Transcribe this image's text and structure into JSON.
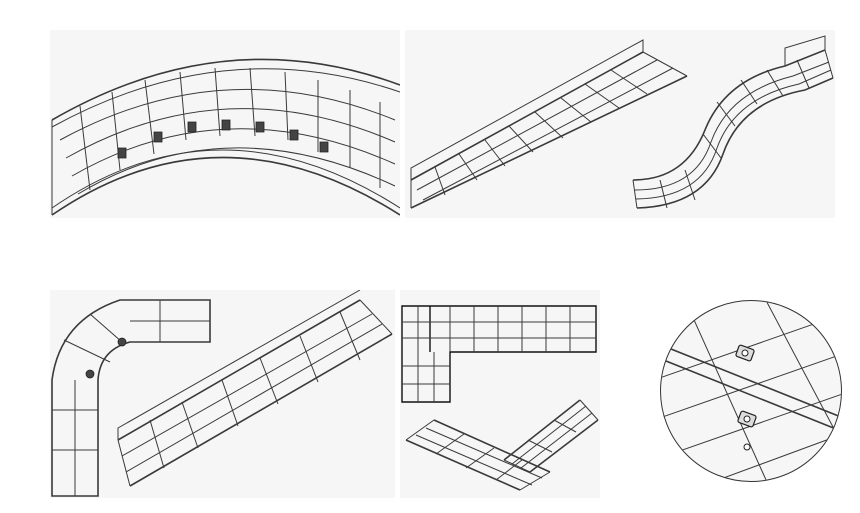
{
  "colors": {
    "background": "#ffffff",
    "panel": "#f6f6f6",
    "wire": "#3a3a3a",
    "wire_dark": "#111111"
  },
  "figures": [
    {
      "id": "curved-bend",
      "shape": "radius bend section"
    },
    {
      "id": "straight-tray",
      "shape": "straight section"
    },
    {
      "id": "s-bend",
      "shape": "offset bend section"
    },
    {
      "id": "elbow-plan",
      "shape": "90 degree elbow, plan view"
    },
    {
      "id": "long-straight",
      "shape": "straight section, long"
    },
    {
      "id": "l-junction",
      "shape": "L junction, plan view"
    },
    {
      "id": "t-straights",
      "shape": "straight sections"
    },
    {
      "id": "coupler-detail",
      "shape": "circular detail of coupler"
    }
  ]
}
